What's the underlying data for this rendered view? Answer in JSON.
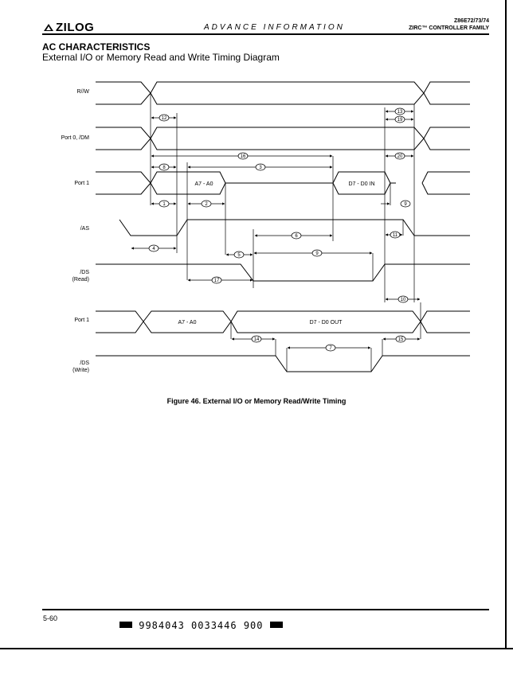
{
  "header": {
    "brand": "ZILOG",
    "center": "ADVANCE INFORMATION",
    "part_numbers": "Z86E72/73/74",
    "family": "ZIRC™ CONTROLLER FAMILY"
  },
  "section": {
    "title": "AC CHARACTERISTICS",
    "subtitle": "External I/O or Memory Read and Write Timing Diagram"
  },
  "signals": {
    "rw": "R//W",
    "port0": "Port 0, /DM",
    "port1_read": "Port 1",
    "as": "/AS",
    "ds_read_1": "/DS",
    "ds_read_2": "(Read)",
    "port1_write": "Port 1",
    "ds_write_1": "/DS",
    "ds_write_2": "(Write)"
  },
  "bus_labels": {
    "addr_read": "A7 - A0",
    "data_in": "D7 - D0   IN",
    "addr_write": "A7 - A0",
    "data_out": "D7 - D0   OUT"
  },
  "markers": {
    "m1": "1",
    "m2": "2",
    "m3": "3",
    "m4": "4",
    "m5": "5",
    "m6": "6",
    "m7": "7",
    "m8": "8",
    "m9": "9",
    "m10": "10",
    "m11": "11",
    "m12": "12",
    "m13": "13",
    "m14": "14",
    "m15": "15",
    "m16": "16",
    "m17": "17",
    "m18": "18",
    "m19": "19",
    "m20": "20"
  },
  "caption": "Figure 46.  External I/O or Memory Read/Write Timing",
  "footer": {
    "page": "5-60",
    "barcode": "9984043 0033446 900"
  }
}
